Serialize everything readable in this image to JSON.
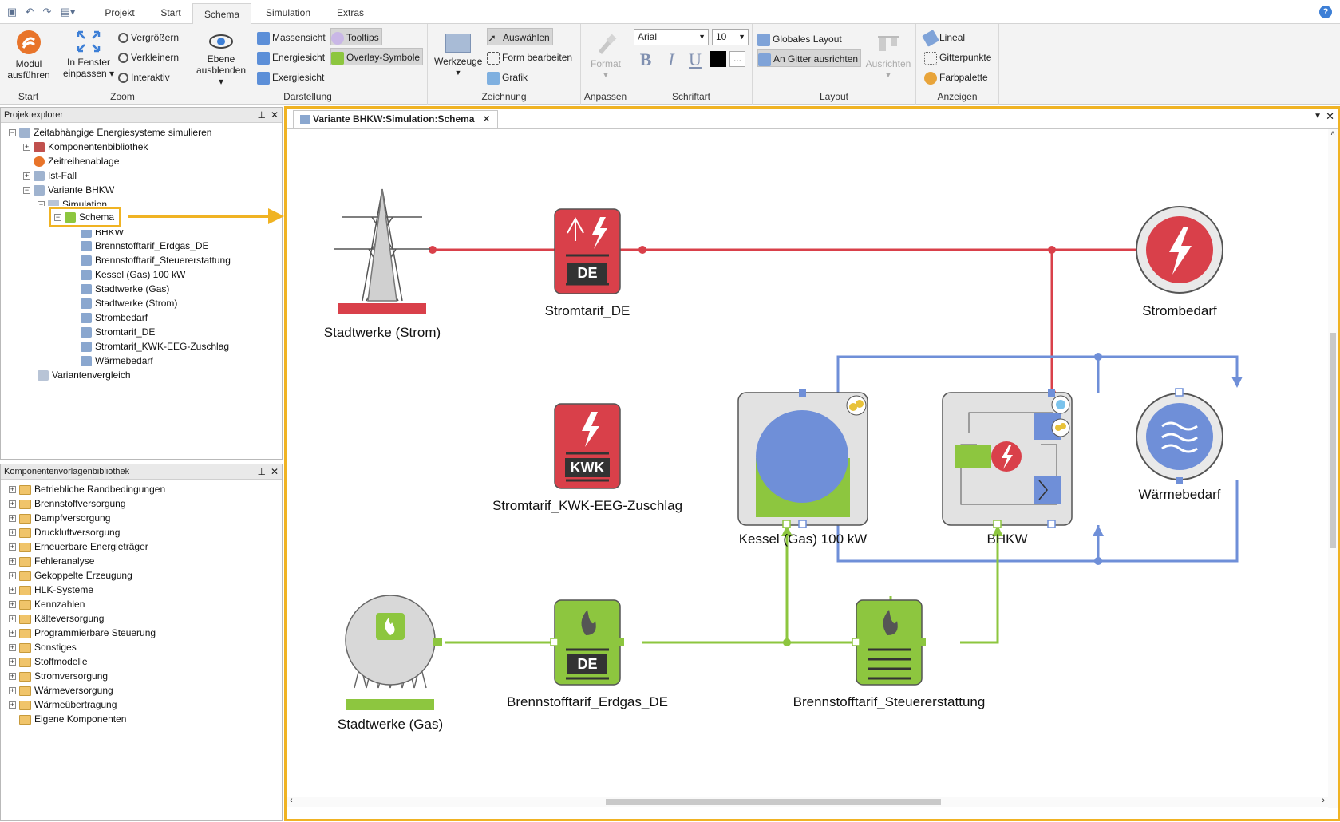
{
  "tabs": [
    "Projekt",
    "Start",
    "Schema",
    "Simulation",
    "Extras"
  ],
  "help": "?",
  "ribbon": {
    "start_group": {
      "label": "Start",
      "run": "Modul\nausführen"
    },
    "zoom_group": {
      "label": "Zoom",
      "fit": "In Fenster\neinpassen ▾",
      "zoom_in": "Vergrößern",
      "zoom_out": "Verkleinern",
      "interactive": "Interaktiv"
    },
    "darstellung_group": {
      "label": "Darstellung",
      "hide_layer": "Ebene\nausblenden ▾",
      "mass": "Massensicht",
      "energy": "Energiesicht",
      "exergy": "Exergiesicht",
      "tooltips": "Tooltips",
      "overlay": "Overlay-Symbole"
    },
    "zeichnung_group": {
      "label": "Zeichnung",
      "tools": "Werkzeuge",
      "select": "Auswählen",
      "edit_shape": "Form bearbeiten",
      "graphic": "Grafik"
    },
    "anpassen_group": {
      "label": "Anpassen",
      "format": "Format"
    },
    "schriftart_group": {
      "label": "Schriftart",
      "font": "Arial",
      "size": "10",
      "bold": "B",
      "italic": "I",
      "underline": "U",
      "more": "..."
    },
    "layout_group": {
      "label": "Layout",
      "global": "Globales Layout",
      "grid": "An Gitter ausrichten",
      "align": "Ausrichten"
    },
    "anzeigen_group": {
      "label": "Anzeigen",
      "ruler": "Lineal",
      "gridpoints": "Gitterpunkte",
      "palette": "Farbpalette"
    }
  },
  "project_explorer": {
    "title": "Projektexplorer",
    "items": [
      {
        "label": "Zeitabhängige Energiesysteme simulieren"
      },
      {
        "label": "Komponentenbibliothek"
      },
      {
        "label": "Zeitreihenablage"
      },
      {
        "label": "Ist-Fall"
      },
      {
        "label": "Variante BHKW"
      },
      {
        "label": "Simulation"
      },
      {
        "label": "Schema"
      },
      {
        "label": "BHKW"
      },
      {
        "label": "Brennstofftarif_Erdgas_DE"
      },
      {
        "label": "Brennstofftarif_Steuererstattung"
      },
      {
        "label": "Kessel (Gas) 100 kW"
      },
      {
        "label": "Stadtwerke (Gas)"
      },
      {
        "label": "Stadtwerke (Strom)"
      },
      {
        "label": "Strombedarf"
      },
      {
        "label": "Stromtarif_DE"
      },
      {
        "label": "Stromtarif_KWK-EEG-Zuschlag"
      },
      {
        "label": "Wärmebedarf"
      },
      {
        "label": "Variantenvergleich"
      }
    ]
  },
  "component_library": {
    "title": "Komponentenvorlagenbibliothek",
    "items": [
      "Betriebliche Randbedingungen",
      "Brennstoffversorgung",
      "Dampfversorgung",
      "Druckluftversorgung",
      "Erneuerbare Energieträger",
      "Fehleranalyse",
      "Gekoppelte Erzeugung",
      "HLK-Systeme",
      "Kennzahlen",
      "Kälteversorgung",
      "Programmierbare Steuerung",
      "Sonstiges",
      "Stoffmodelle",
      "Stromversorgung",
      "Wärmeversorgung",
      "Wärmeübertragung",
      "Eigene Komponenten"
    ]
  },
  "document": {
    "tab_title": "Variante BHKW:Simulation:Schema",
    "nodes": {
      "stadtwerke_strom": "Stadtwerke (Strom)",
      "stromtarif_de": "Stromtarif_DE",
      "strombedarf": "Strombedarf",
      "stromtarif_kwk": "Stromtarif_KWK-EEG-Zuschlag",
      "kessel": "Kessel (Gas) 100 kW",
      "bhkw": "BHKW",
      "waermebedarf": "Wärmebedarf",
      "stadtwerke_gas": "Stadtwerke (Gas)",
      "brennstoff_erdgas": "Brennstofftarif_Erdgas_DE",
      "brennstoff_steuer": "Brennstofftarif_Steuererstattung"
    },
    "badges": {
      "de": "DE",
      "kwk": "KWK"
    }
  },
  "colors": {
    "power": "#d9404a",
    "gas": "#8dc63f",
    "heat": "#6f8fd8",
    "highlight": "#f0b323"
  }
}
